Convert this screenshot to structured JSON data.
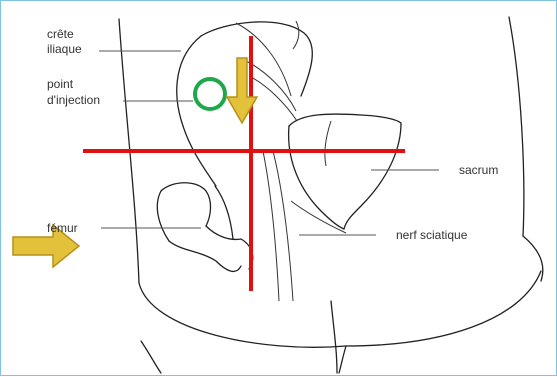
{
  "labels": {
    "crest_line1": "crête",
    "crest_line2": "iliaque",
    "point_line1": "point",
    "point_line2": "d'injection",
    "sacrum": "sacrum",
    "femur": "fémur",
    "sciatic_nerve": "nerf sciatique"
  },
  "colors": {
    "frame": "#7fc4de",
    "quadrant_lines": "#e01010",
    "injection_circle": "#1fa84a",
    "arrow_fill": "#e3c13a",
    "arrow_stroke": "#b8901a"
  },
  "icons": {
    "down_arrow": "arrow-down-icon",
    "right_arrow": "arrow-right-icon",
    "injection_point": "circle-marker-icon"
  }
}
